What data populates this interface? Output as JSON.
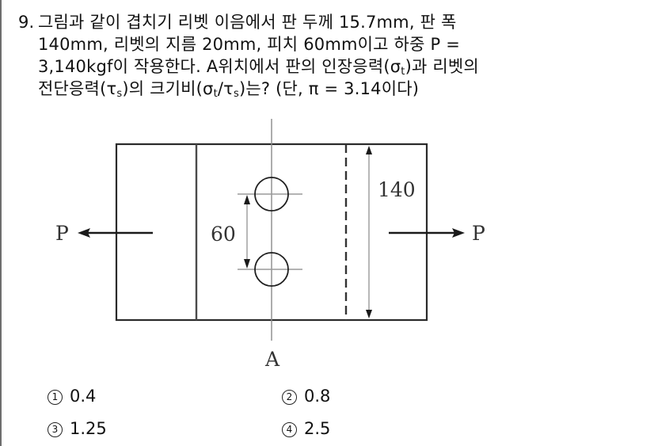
{
  "question": {
    "number": "9.",
    "lines": [
      "그림과 같이 겹치기 리벳 이음에서 판 두께 15.7mm, 판 폭",
      "140mm, 리벳의 지름 20mm, 피치 60mm이고 하중 P =",
      "3,140kgf이 작용한다. A위치에서 판의 인장응력(σ",
      "전단응력(τ"
    ],
    "line3_sub": "t",
    "line3_tail": ")과 리벳의",
    "line4_sub1": "s",
    "line4_mid": ")의 크기비(σ",
    "line4_sub2": "t",
    "line4_mid2": "/τ",
    "line4_sub3": "s",
    "line4_tail": ")는? (단, π = 3.14이다)"
  },
  "diagram": {
    "load_label_left": "P",
    "load_label_right": "P",
    "pitch_label": "60",
    "width_label": "140",
    "section_label": "A",
    "colors": {
      "outline": "#2a2a2a",
      "center_line": "#8a8a8a",
      "dimension": "#9a9a9a"
    }
  },
  "choices": [
    {
      "mark": "1",
      "value": "0.4"
    },
    {
      "mark": "2",
      "value": "0.8"
    },
    {
      "mark": "3",
      "value": "1.25"
    },
    {
      "mark": "4",
      "value": "2.5"
    }
  ]
}
